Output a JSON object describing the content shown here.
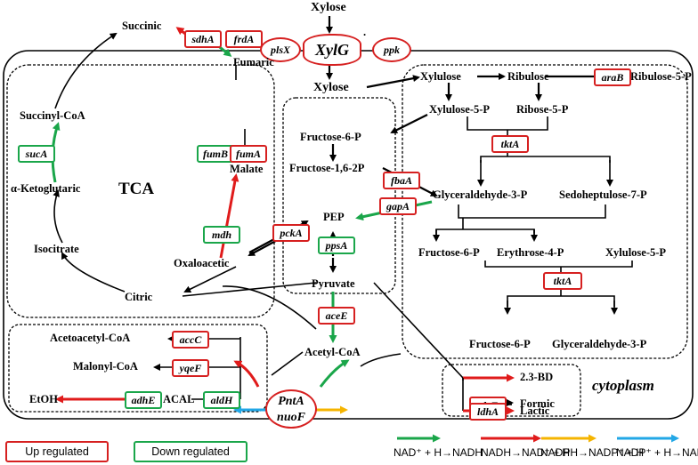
{
  "metabolites": {
    "xylose_top": "Xylose",
    "xylose_in": "Xylose",
    "succinic": "Succinic",
    "fumaric": "Fumaric",
    "succinyl_coa": "Succinyl-CoA",
    "malate": "Malate",
    "tca": "TCA",
    "a_ketoglutaric": "α-Ketoglutaric",
    "isocitrate": "Isocitrate",
    "oxaloacetic": "Oxaloacetic",
    "citric": "Citric",
    "fructose_6p_a": "Fructose-6-P",
    "fructose_16_2p": "Fructose-1,6-2P",
    "pep": "PEP",
    "pyruvate": "Pyruvate",
    "xylulose": "Xylulose",
    "ribulose": "Ribulose",
    "ribulose_5p": "Ribulose-5-P",
    "xylulose_5p_a": "Xylulose-5-P",
    "ribose_5p": "Ribose-5-P",
    "glyceraldehyde_3p_a": "Glyceraldehyde-3-P",
    "sedoheptulose_7p": "Sedoheptulose-7-P",
    "fructose_6p_b": "Fructose-6-P",
    "erythrose_4p": "Erythrose-4-P",
    "xylulose_5p_b": "Xylulose-5-P",
    "fructose_6p_c": "Fructose-6-P",
    "glyceraldehyde_3p_b": "Glyceraldehyde-3-P",
    "acetoacetyl_coa": "Acetoacetyl-CoA",
    "malonyl_coa": "Malonyl-CoA",
    "etoh": "EtOH",
    "acal": "ACAL",
    "acetyl_coa": "Acetyl-CoA",
    "bd": "2.3-BD",
    "formic": "Formic",
    "lactic": "Lactic",
    "cytoplasm": "cytoplasm",
    "dot": "."
  },
  "genes": {
    "xylg": "XylG",
    "plsx": "plsX",
    "ppk": "ppk",
    "sdha": "sdhA",
    "frda": "frdA",
    "fumb": "fumB",
    "fuma": "fumA",
    "suca": "sucA",
    "mdh": "mdh",
    "pcka": "pckA",
    "ppsa": "ppsA",
    "gapa": "gapA",
    "fbaa": "fbaA",
    "arab": "araB",
    "tkta_1": "tktA",
    "tkta_2": "tktA",
    "acee": "aceE",
    "accc": "accC",
    "yqef": "yqeF",
    "adhe": "adhE",
    "aldh": "aldH",
    "pnta": "PntA",
    "nuof": "nuoF",
    "tdce": "tdcE",
    "ldha": "ldhA"
  },
  "legend": {
    "up": "Up regulated",
    "down": "Down regulated",
    "green": "NAD⁺ + H→NADH",
    "red": "NADH→NAD⁺ + H",
    "yellow": "NADPH→NADP⁺ + H",
    "blue": "NADP⁺ + H→NADPH"
  },
  "colors": {
    "up": "#d62020",
    "down": "#1aa64a",
    "nad_to_nadh": "#1aa64a",
    "nadh_to_nad": "#e01b1b",
    "nadph_to_nadp": "#f5b400",
    "nadp_to_nadph": "#22a7e6"
  }
}
